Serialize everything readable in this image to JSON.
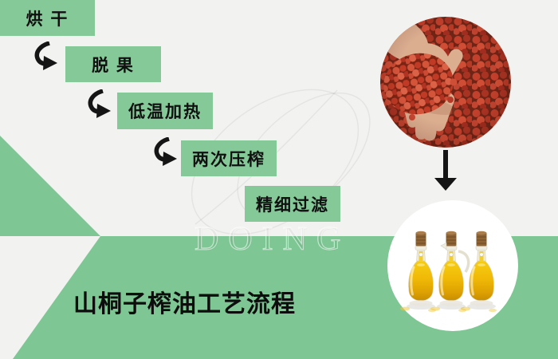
{
  "title": {
    "text": "山桐子榨油工艺流程"
  },
  "watermark": {
    "text": "DOING"
  },
  "flow": {
    "steps": [
      {
        "label": "烘 干"
      },
      {
        "label": "脱 果"
      },
      {
        "label": "低温加热"
      },
      {
        "label": "两次压榨"
      },
      {
        "label": "精细过滤"
      }
    ]
  },
  "colors": {
    "page_bg": "#F2F2F0",
    "step_green": "#85C998",
    "band_green": "#7EC794",
    "arrow_black": "#151515",
    "oil_yellow": "#F0B906",
    "berry_red": "#C2402C"
  },
  "icons": [
    {
      "name": "curved-arrow-icon"
    },
    {
      "name": "down-arrow-icon"
    }
  ],
  "photos": [
    {
      "name": "berries-photo",
      "description": "hand holding red idesia berries"
    },
    {
      "name": "oil-bottles-photo",
      "description": "three glass bottles of pressed oil"
    }
  ]
}
